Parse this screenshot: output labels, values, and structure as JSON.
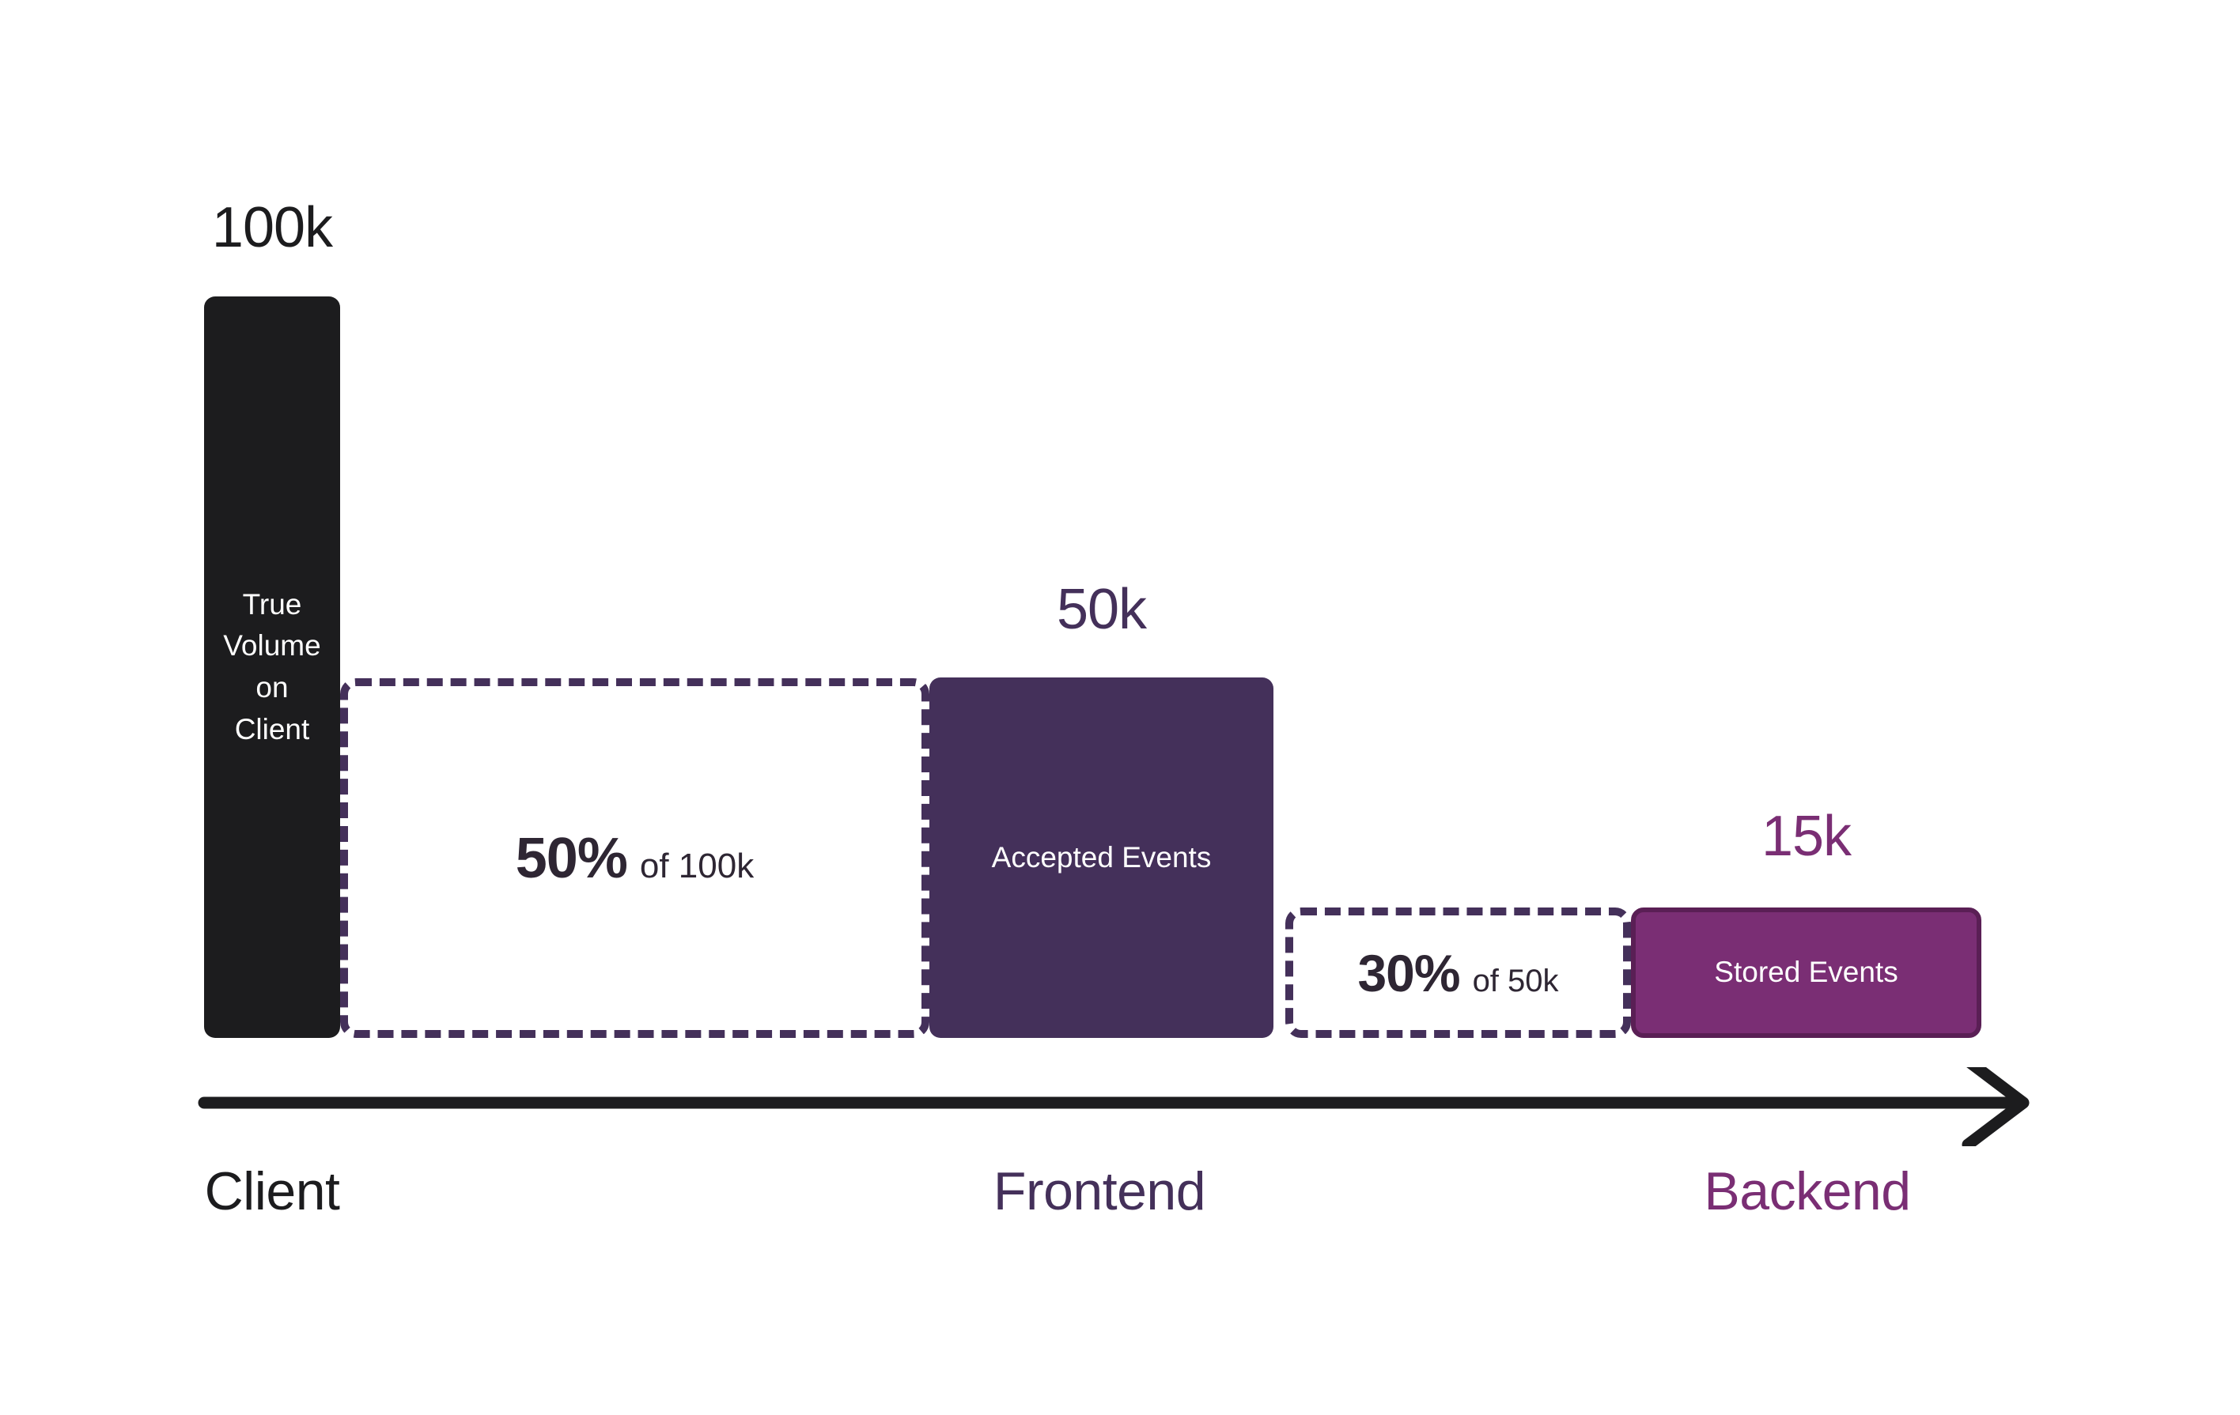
{
  "chart_data": {
    "type": "bar",
    "title": "",
    "subtitle": "",
    "xlabel": "",
    "ylabel": "",
    "grid": false,
    "legend": "none",
    "orientation": "vertical",
    "axis_arrow": "right",
    "categories": [
      "Client",
      "Frontend",
      "Backend"
    ],
    "values": [
      100000,
      50000,
      15000
    ],
    "value_labels": [
      "100k",
      "50k",
      "15k"
    ],
    "bar_labels": [
      "True Volume on Client",
      "Accepted Events",
      "Stored Events"
    ],
    "drop_offs": [
      {
        "percent": "50%",
        "of": "of 100k",
        "from": "Client",
        "to": "Frontend"
      },
      {
        "percent": "30%",
        "of": "of 50k",
        "from": "Frontend",
        "to": "Backend"
      }
    ],
    "colors": {
      "client": "#1C1C1E",
      "frontend": "#44305A",
      "backend": "#7A2E74",
      "backend_border": "#5A1F55",
      "dashed_border": "#44305A",
      "axis": "#1C1C1E",
      "drop_text": "#2E2633",
      "bar_text": "#FFFFFF",
      "background": "#FFFFFF"
    }
  },
  "bars": [
    {
      "value_label": "100k",
      "inner_label": "True Volume on Client",
      "stage_label": "Client"
    },
    {
      "value_label": "50k",
      "inner_label": "Accepted Events",
      "stage_label": "Frontend"
    },
    {
      "value_label": "15k",
      "inner_label": "Stored Events",
      "stage_label": "Backend"
    }
  ],
  "dropoffs": [
    {
      "percent": "50%",
      "of_text": "of 100k"
    },
    {
      "percent": "30%",
      "of_text": "of 50k"
    }
  ],
  "axis": {
    "arrow_icon": "arrow-right-icon"
  }
}
